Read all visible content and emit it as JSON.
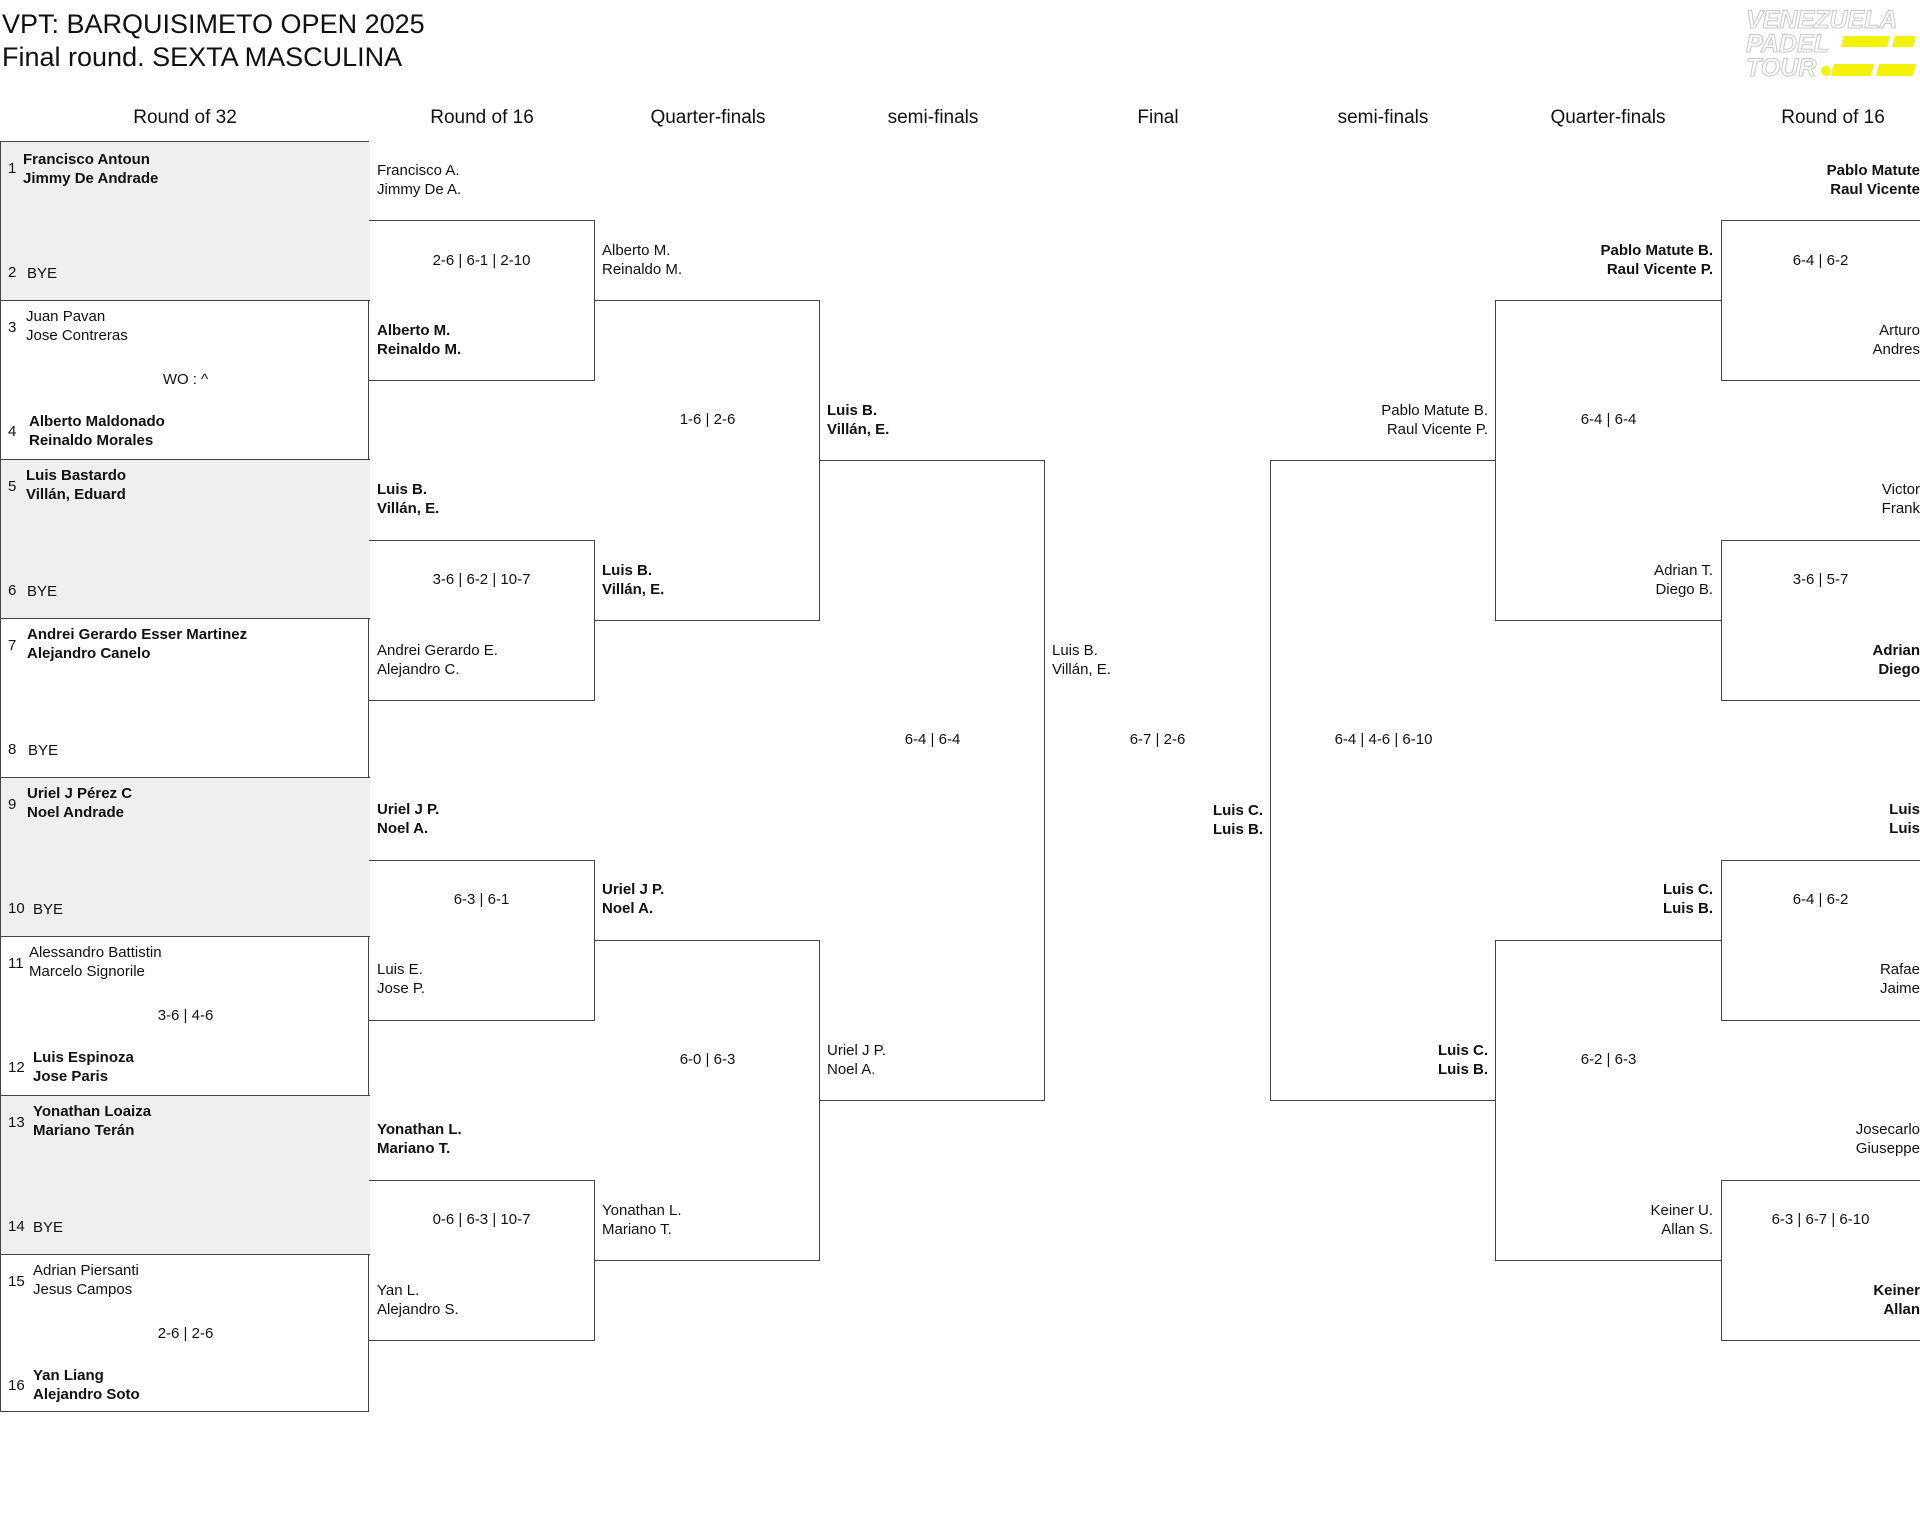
{
  "header": {
    "title_line1": "VPT: BARQUISIMETO OPEN 2025",
    "title_line2": "Final round. SEXTA MASCULINA",
    "logo_text": "VENEZUELA PADEL TOUR"
  },
  "colors": {
    "shade": "#efefef",
    "border": "#444444",
    "logo_yellow": "#f2f20a"
  },
  "rounds": {
    "r32": "Round of 32",
    "r16": "Round of 16",
    "qf": "Quarter-finals",
    "sf": "semi-finals",
    "final": "Final",
    "sf_r": "semi-finals",
    "qf_r": "Quarter-finals",
    "r16_r": "Round of 16"
  },
  "r32": [
    {
      "n1": "1",
      "a1": "Francisco Antoun",
      "b1": "Jimmy De Andrade",
      "n2": "2",
      "a2": "BYE",
      "b2": "",
      "score": ""
    },
    {
      "n1": "3",
      "a1": "Juan Pavan",
      "b1": "Jose Contreras",
      "n2": "4",
      "a2": "Alberto Maldonado",
      "b2": "Reinaldo Morales",
      "score": "WO : ^"
    },
    {
      "n1": "5",
      "a1": "Luis Bastardo",
      "b1": "Villán, Eduard",
      "n2": "6",
      "a2": "BYE",
      "b2": "",
      "score": ""
    },
    {
      "n1": "7",
      "a1": "Andrei Gerardo Esser Martinez",
      "b1": "Alejandro Canelo",
      "n2": "8",
      "a2": "BYE",
      "b2": "",
      "score": ""
    },
    {
      "n1": "9",
      "a1": "Uriel J Pérez C",
      "b1": "Noel Andrade",
      "n2": "10",
      "a2": "BYE",
      "b2": "",
      "score": ""
    },
    {
      "n1": "11",
      "a1": "Alessandro Battistin",
      "b1": "Marcelo Signorile",
      "n2": "12",
      "a2": "Luis Espinoza",
      "b2": "Jose Paris",
      "score": "3-6 | 4-6"
    },
    {
      "n1": "13",
      "a1": "Yonathan Loaiza",
      "b1": "Mariano Terán",
      "n2": "14",
      "a2": "BYE",
      "b2": "",
      "score": ""
    },
    {
      "n1": "15",
      "a1": "Adrian Piersanti",
      "b1": "Jesus Campos",
      "n2": "16",
      "a2": "Yan Liang",
      "b2": "Alejandro Soto",
      "score": "2-6 | 2-6"
    }
  ],
  "r16_left": [
    {
      "p1a": "Francisco A.",
      "p1b": "Jimmy De A.",
      "p2a": "Alberto M.",
      "p2b": "Reinaldo M.",
      "score": "2-6 | 6-1 | 2-10"
    },
    {
      "p1a": "Luis B.",
      "p1b": "Villán, E.",
      "p2a": "Andrei Gerardo E.",
      "p2b": "Alejandro C.",
      "score": "3-6 | 6-2 | 10-7"
    },
    {
      "p1a": "Uriel J P.",
      "p1b": "Noel A.",
      "p2a": "Luis E.",
      "p2b": "Jose P.",
      "score": "6-3 | 6-1"
    },
    {
      "p1a": "Yonathan L.",
      "p1b": "Mariano T.",
      "p2a": "Yan L.",
      "p2b": "Alejandro S.",
      "score": "0-6 | 6-3 | 10-7"
    }
  ],
  "qf_left": [
    {
      "p1a": "Alberto M.",
      "p1b": "Reinaldo M.",
      "p2a": "Luis B.",
      "p2b": "Villán, E.",
      "score": "1-6 | 2-6"
    },
    {
      "p1a": "Uriel J P.",
      "p1b": "Noel A.",
      "p2a": "Yonathan L.",
      "p2b": "Mariano T.",
      "score": "6-0 | 6-3"
    }
  ],
  "sf_left": {
    "p1a": "Luis B.",
    "p1b": "Villán, E.",
    "p2a": "Uriel J P.",
    "p2b": "Noel A.",
    "score": "6-4 | 6-4"
  },
  "final": {
    "p1a": "Luis B.",
    "p1b": "Villán, E.",
    "p2a": "Luis C.",
    "p2b": "Luis B.",
    "score": "6-7 | 2-6"
  },
  "sf_right": {
    "p1a": "Pablo Matute B.",
    "p1b": "Raul Vicente P.",
    "p2a": "Luis C.",
    "p2b": "Luis B.",
    "score": "6-4 | 4-6 | 6-10"
  },
  "qf_right": [
    {
      "p1a": "Pablo Matute B.",
      "p1b": "Raul Vicente P.",
      "p2a": "Adrian T.",
      "p2b": "Diego B.",
      "score": "6-4 | 6-4"
    },
    {
      "p1a": "Luis C.",
      "p1b": "Luis B.",
      "p2a": "Keiner U.",
      "p2b": "Allan S.",
      "score": "6-2 | 6-3"
    }
  ],
  "r16_right": [
    {
      "p1a": "Pablo Matute",
      "p1b": "Raul Vicente",
      "p2a": "Arturo",
      "p2b": "Andres",
      "score": "6-4 | 6-2"
    },
    {
      "p1a": "Victor",
      "p1b": "Frank",
      "p2a": "Adrian",
      "p2b": "Diego",
      "score": "3-6 | 5-7"
    },
    {
      "p1a": "Luis",
      "p1b": "Luis",
      "p2a": "Rafae",
      "p2b": "Jaime",
      "score": "6-4 | 6-2"
    },
    {
      "p1a": "Josecarlo",
      "p1b": "Giuseppe",
      "p2a": "Keiner",
      "p2b": "Allan",
      "score": "6-3 | 6-7 | 6-10"
    }
  ]
}
